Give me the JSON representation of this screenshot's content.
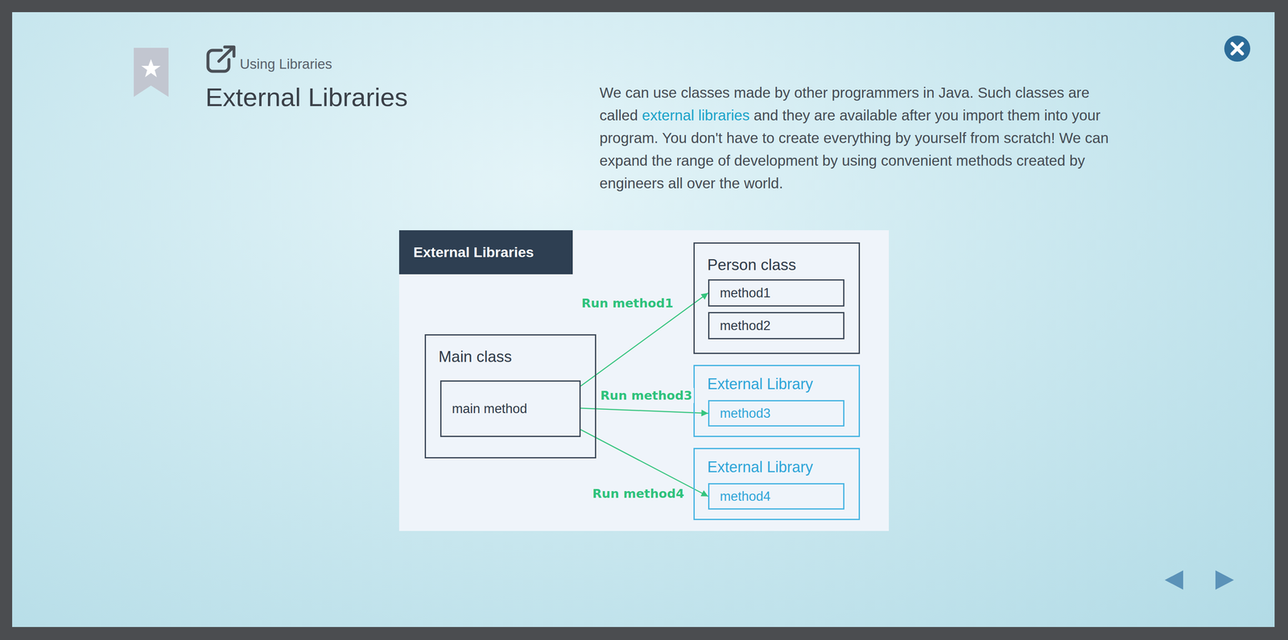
{
  "diagram": {
    "title": "External Libraries",
    "nodes": [
      {
        "text": [
          "External Libraries"
        ]
      },
      {
        "text": [
          "Main class"
        ]
      },
      {
        "text": [
          "main method"
        ],
        "in": 1
      },
      {
        "text": [
          "Person class"
        ]
      },
      {
        "text": [
          "method1"
        ],
        "in": 3
      },
      {
        "text": [
          "method2"
        ],
        "in": 3
      },
      {
        "text": [
          "External Library"
        ]
      },
      {
        "text": [
          "method3"
        ],
        "in": 6
      },
      {
        "text": [
          "External Library"
        ]
      },
      {
        "text": [
          "method4"
        ],
        "in": 8
      }
    ],
    "edges": [
      {
        "from": 2,
        "to": 4,
        "arrow": "to",
        "label": "Run method1"
      },
      {
        "from": 2,
        "to": 7,
        "arrow": "to",
        "label": "Run method3"
      },
      {
        "from": 2,
        "to": 9,
        "arrow": "to",
        "label": "Run method4"
      }
    ],
    "labels": [
      "Using Libraries",
      "We can use classes made by other programmers in Java. Such classes are called",
      "external libraries",
      "and they are available after you import them into your program. You don't have to create everything by yourself from scratch! We can expand the range of development by using convenient methods created by engineers all over the world."
    ]
  }
}
